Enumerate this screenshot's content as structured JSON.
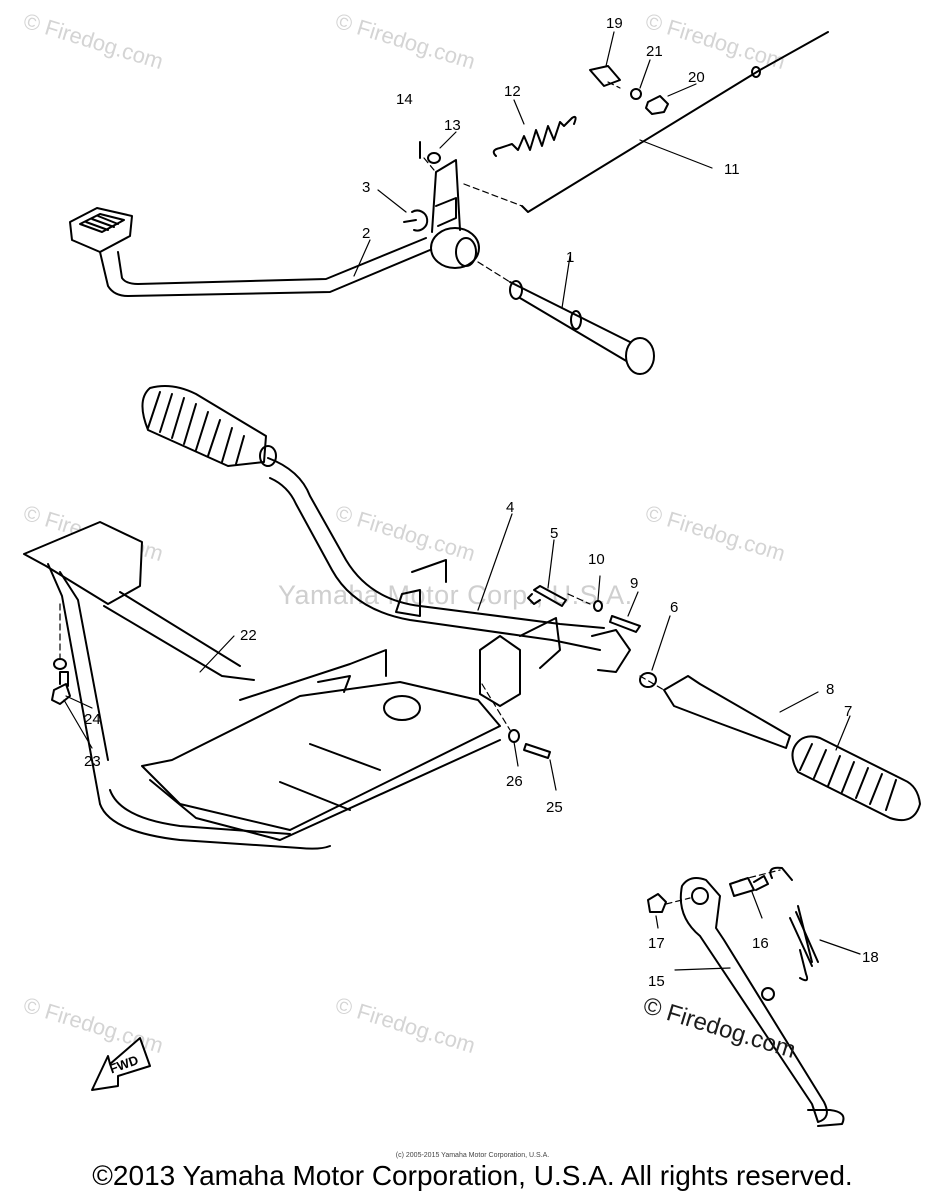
{
  "watermarks": {
    "site": "© Firedog.com",
    "center": "Yamaha Motor Corp., U.S.A.",
    "overlay": "© Firedog.com"
  },
  "copyright_small": "(c) 2005-2015 Yamaha Motor Corporation, U.S.A.",
  "footer": "©2013 Yamaha Motor Corporation, U.S.A. All rights reserved.",
  "fwd_label": "FWD",
  "callouts": {
    "c1": "1",
    "c2": "2",
    "c3": "3",
    "c4": "4",
    "c5": "5",
    "c6": "6",
    "c7": "7",
    "c8": "8",
    "c9": "9",
    "c10": "10",
    "c11": "11",
    "c12": "12",
    "c13": "13",
    "c14": "14",
    "c15": "15",
    "c16": "16",
    "c17": "17",
    "c18": "18",
    "c19": "19",
    "c20": "20",
    "c21": "21",
    "c22": "22",
    "c23": "23",
    "c24": "24",
    "c25": "25",
    "c26": "26"
  }
}
